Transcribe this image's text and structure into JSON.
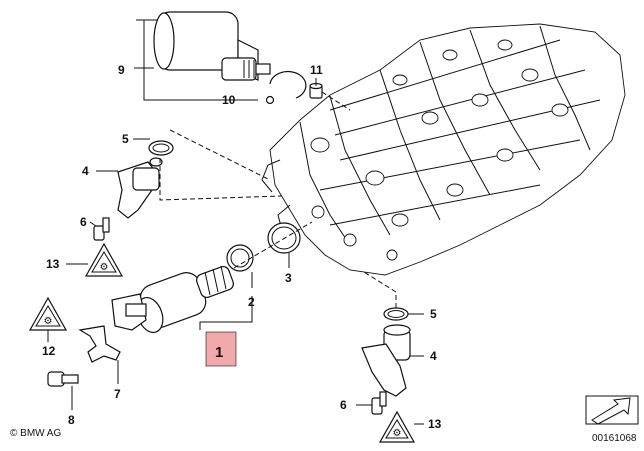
{
  "diagram": {
    "callouts": {
      "c9": "9",
      "c10": "10",
      "c11": "11",
      "c5a": "5",
      "c4a": "4",
      "c6a": "6",
      "c13a": "13",
      "c3": "3",
      "c2": "2",
      "c1": "1",
      "c12": "12",
      "c7": "7",
      "c8": "8",
      "c5b": "5",
      "c4b": "4",
      "c6b": "6",
      "c13b": "13"
    },
    "copyright": "© BMW AG",
    "diagram_number": "00161068",
    "highlight_color": "#f2a9ac"
  }
}
